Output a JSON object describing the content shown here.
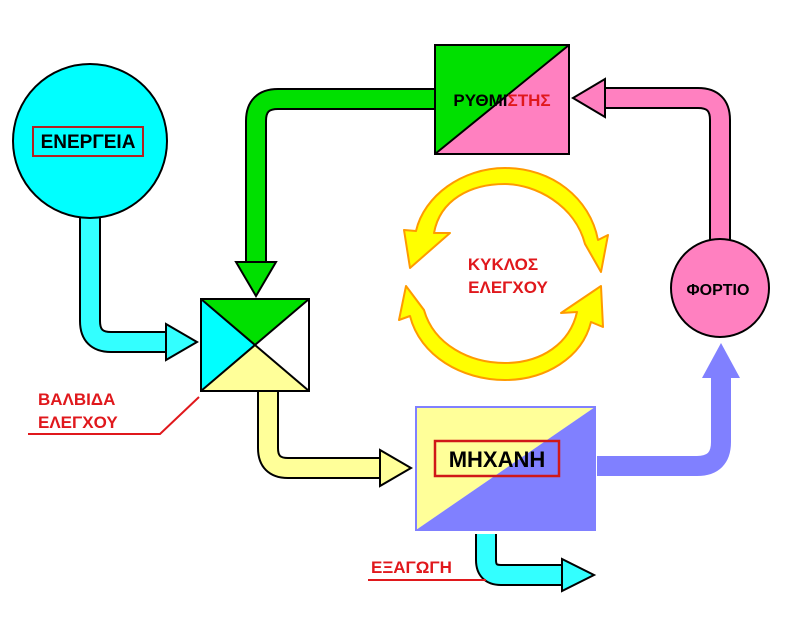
{
  "nodes": {
    "energy": {
      "label": "ΕΝΕΡΓΕΙΑ"
    },
    "regulator": {
      "label_part1": "ΡΥΘΜΙ",
      "label_part2": "ΣΤΗΣ"
    },
    "load": {
      "label": "ΦΟΡΤΙΟ"
    },
    "engine": {
      "label": "ΜΗΧΑΝΗ"
    },
    "valve": {
      "label_line1": "ΒΑΛΒΙΔΑ",
      "label_line2": "ΕΛΕΓΧΟΥ"
    },
    "cycle": {
      "label_line1": "ΚΥΚΛΟΣ",
      "label_line2": "ΕΛΕΓΧΟΥ"
    },
    "output": {
      "label": "ΕΞΑΓΩΓΗ"
    }
  },
  "colors": {
    "energy_fill": "#00ffff",
    "green": "#00e000",
    "pink": "#ff80c0",
    "cyan": "#33ffff",
    "light_yellow": "#ffff99",
    "yellow": "#ffff00",
    "blue": "#8080ff",
    "label_red": "#e0181c",
    "outline": "#000000"
  }
}
